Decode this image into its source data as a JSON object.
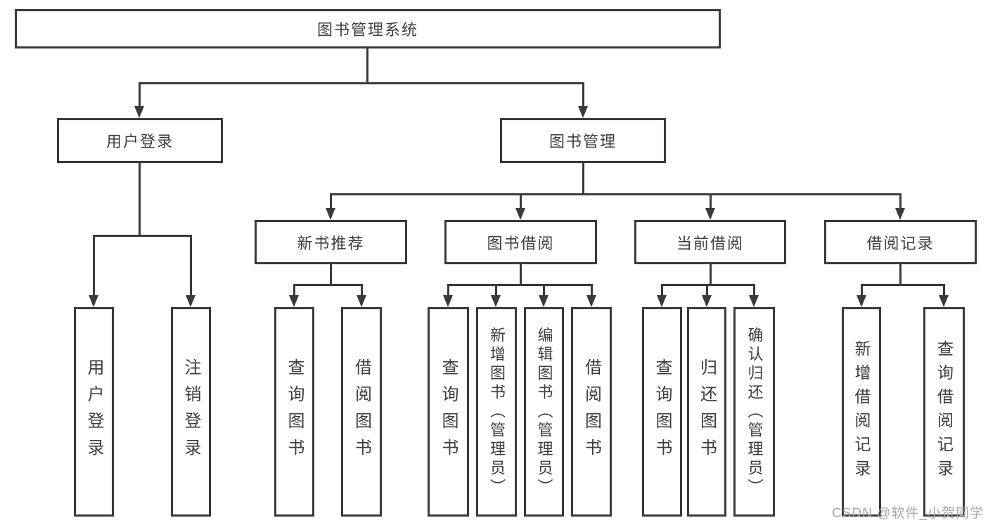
{
  "colors": {
    "line": "#3a3a3a",
    "text": "#3d3d3d",
    "watermark": "#a8a8a8"
  },
  "diagram": {
    "root": {
      "label": "图书管理系统"
    },
    "level2": [
      {
        "id": "user-login",
        "label": "用户登录"
      },
      {
        "id": "book-management",
        "label": "图书管理"
      }
    ],
    "level3": [
      {
        "id": "new-book-recommend",
        "label": "新书推荐"
      },
      {
        "id": "book-borrow",
        "label": "图书借阅"
      },
      {
        "id": "current-borrow",
        "label": "当前借阅"
      },
      {
        "id": "borrow-records",
        "label": "借阅记录"
      }
    ],
    "leaves": [
      {
        "parent": "user-login",
        "label": "用户登录"
      },
      {
        "parent": "user-login",
        "label": "注销登录"
      },
      {
        "parent": "new-book-recommend",
        "label": "查询图书"
      },
      {
        "parent": "new-book-recommend",
        "label": "借阅图书"
      },
      {
        "parent": "book-borrow",
        "label": "查询图书"
      },
      {
        "parent": "book-borrow",
        "label": "新增图书（管理员）"
      },
      {
        "parent": "book-borrow",
        "label": "编辑图书（管理员）"
      },
      {
        "parent": "book-borrow",
        "label": "借阅图书"
      },
      {
        "parent": "current-borrow",
        "label": "查询图书"
      },
      {
        "parent": "current-borrow",
        "label": "归还图书"
      },
      {
        "parent": "current-borrow",
        "label": "确认归还（管理员）"
      },
      {
        "parent": "borrow-records",
        "label": "新增借阅记录"
      },
      {
        "parent": "borrow-records",
        "label": "查询借阅记录"
      }
    ]
  },
  "watermark": {
    "text": "CSDN @软件_小贺同学"
  }
}
